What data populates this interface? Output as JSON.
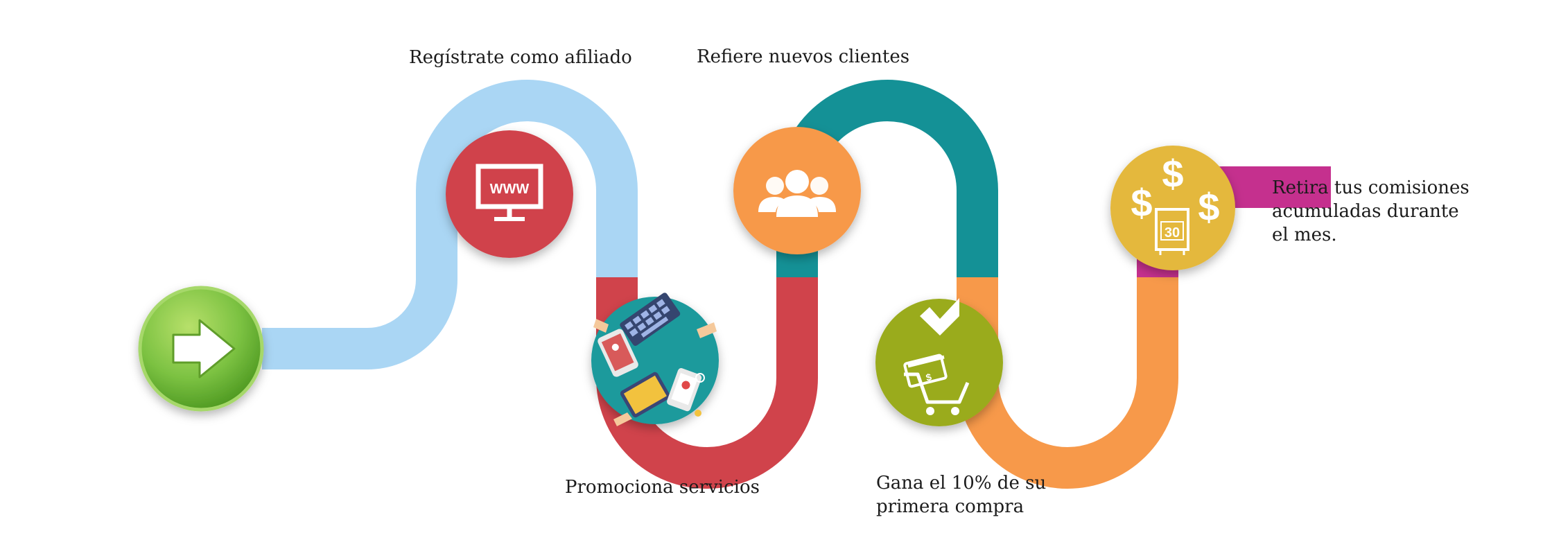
{
  "steps": [
    {
      "id": "start",
      "icon": "arrow-right-icon",
      "color": "#7cc242"
    },
    {
      "id": "register",
      "label": "Regístrate como afiliado",
      "icon": "www-monitor-icon",
      "color": "#d0434b",
      "path_color": "#aad6f4"
    },
    {
      "id": "promote",
      "label": "Promociona servicios",
      "icon": "devices-hands-icon",
      "color": "#1a9a9c",
      "path_color": "#d0434b"
    },
    {
      "id": "refer",
      "label": "Refiere nuevos clientes",
      "icon": "users-group-icon",
      "color": "#f7994a",
      "path_color": "#149196"
    },
    {
      "id": "earn",
      "label_lines": [
        "Gana el 10% de su",
        "primera compra"
      ],
      "icon": "cart-card-check-icon",
      "color": "#9aab1a",
      "path_color": "#f7994a"
    },
    {
      "id": "withdraw",
      "label_lines": [
        "Retira tus comisiones",
        "acumuladas durante",
        "el mes."
      ],
      "icon": "dollar-safe-icon",
      "color": "#e4b83c",
      "path_color": "#c5308e",
      "badge_number": "30"
    }
  ],
  "colors": {
    "background": "#ffffff",
    "text": "#1b1b1b"
  }
}
